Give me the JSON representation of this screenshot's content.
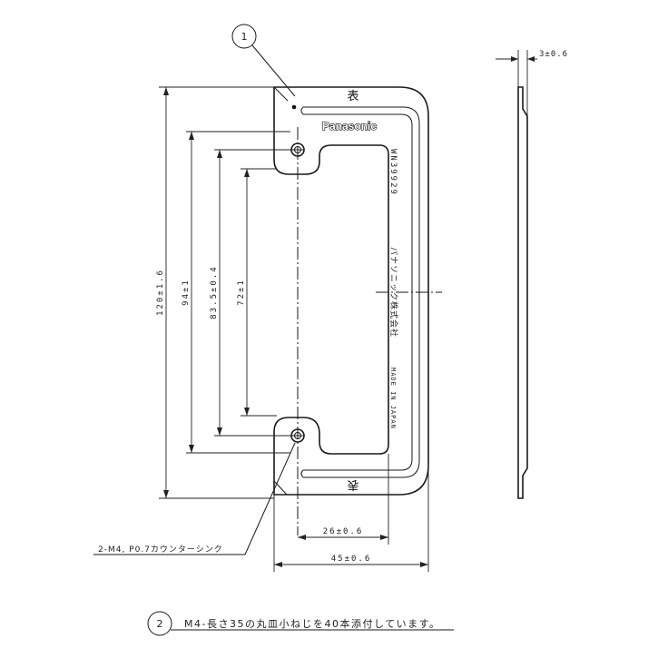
{
  "balloons": {
    "part1": "1",
    "part2": "2"
  },
  "face_mark": "表",
  "brand": "Panasonic",
  "model_no": "WN39929",
  "maker": "パナソニック株式会社",
  "origin": "MADE IN JAPAN",
  "dimensions": {
    "height_total": "120±1.6",
    "hole_pitch": "94±1",
    "inner_height": "83.5±0.4",
    "opening_height": "72±1",
    "opening_width": "26±0.6",
    "width_total": "45±0.6",
    "thickness": "3±0.6"
  },
  "hole_note": "2-M4, P0.7カウンターシンク",
  "accessory_note": "M4-長さ35の丸皿小ねじを40本添付しています。"
}
